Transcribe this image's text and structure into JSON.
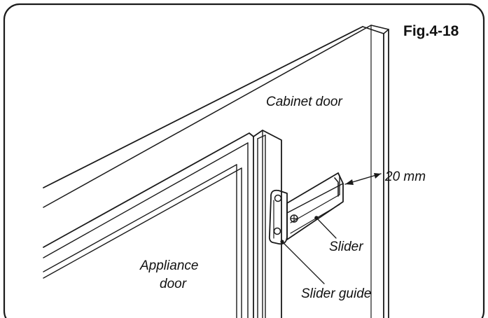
{
  "figure": {
    "number_label": "Fig.4-18"
  },
  "labels": {
    "cabinet_door": "Cabinet door",
    "appliance_door_line1": "Appliance",
    "appliance_door_line2": "door",
    "slider": "Slider",
    "slider_guide": "Slider guide",
    "gap_dimension": "20 mm"
  },
  "colors": {
    "line": "#1a1a1a",
    "background": "#ffffff"
  }
}
